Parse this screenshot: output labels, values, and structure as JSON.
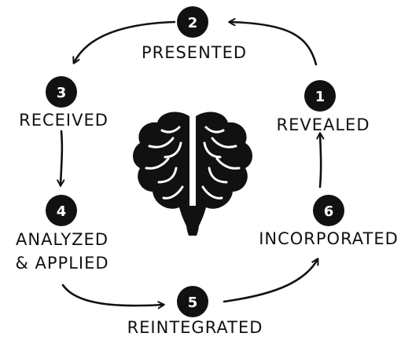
{
  "diagram": {
    "steps": [
      {
        "number": "1",
        "label": "REVEALED"
      },
      {
        "number": "2",
        "label": "PRESENTED"
      },
      {
        "number": "3",
        "label": "RECEIVED"
      },
      {
        "number": "4",
        "label": "ANALYZED",
        "label2": "& APPLIED"
      },
      {
        "number": "5",
        "label": "REINTEGRATED"
      },
      {
        "number": "6",
        "label": "INCORPORATED"
      }
    ],
    "colors": {
      "ink": "#111111",
      "circle_text": "#ffffff",
      "background": "#ffffff"
    },
    "center_icon": "brain-icon"
  }
}
